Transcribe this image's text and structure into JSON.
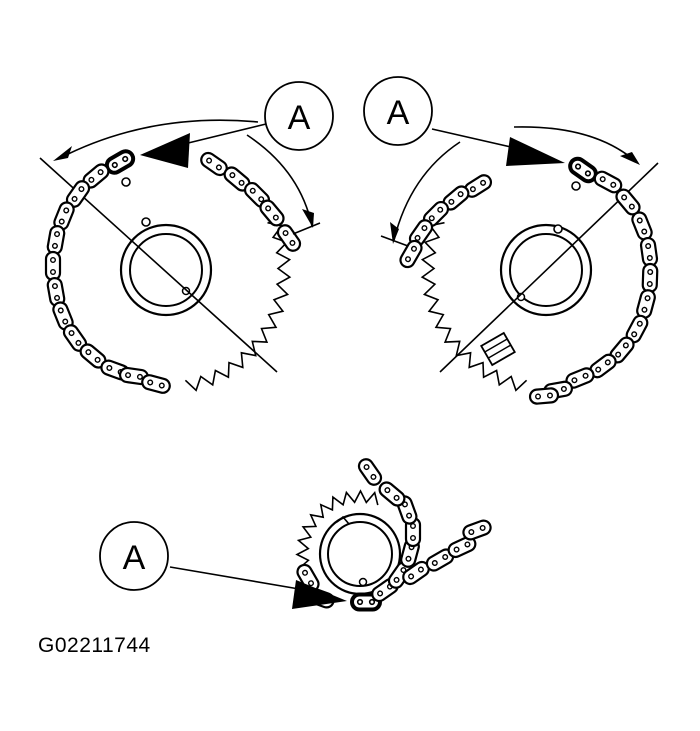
{
  "callouts": {
    "left": "A",
    "right": "A",
    "bottom": "A"
  },
  "figure_id": "G02211744",
  "colors": {
    "ink": "#000000",
    "paper": "#ffffff"
  }
}
